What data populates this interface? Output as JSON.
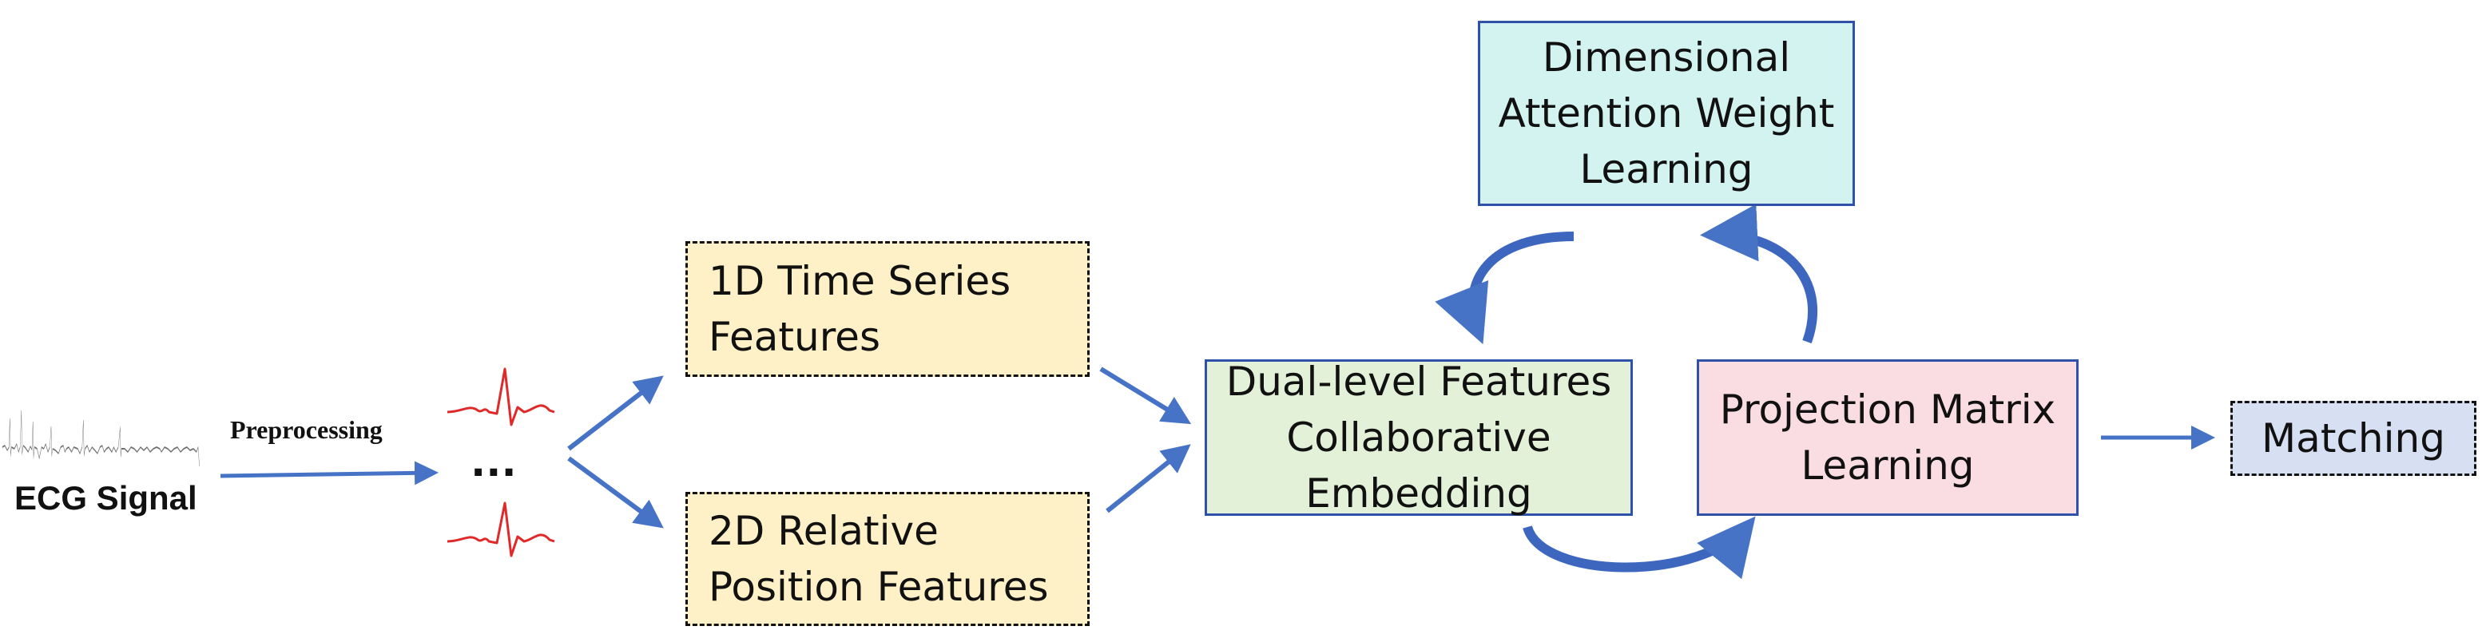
{
  "labels": {
    "ecg_signal": "ECG Signal",
    "preprocessing": "Preprocessing",
    "ellipsis": "..."
  },
  "boxes": {
    "time_series": "1D Time Series Features",
    "relative_position": "2D Relative Position Features",
    "dual_level": "Dual-level Features Collaborative Embedding",
    "attention": "Dimensional Attention Weight Learning",
    "projection": "Projection Matrix Learning",
    "matching": "Matching"
  },
  "colors": {
    "feature_box_fill": "#fef0c7",
    "dual_level_fill": "#e3f1d8",
    "attention_fill": "#d3f3f1",
    "projection_fill": "#fadde2",
    "matching_fill": "#d6e0f2",
    "border_blue": "#2f52a8",
    "arrow_blue": "#4673c6",
    "heartbeat_red": "#e02a2a",
    "raw_signal_gray": "#6f6f6f"
  },
  "icons": {
    "raw_signal": "ecg-raw-waveform-icon",
    "heartbeat": "heartbeat-waveform-icon"
  }
}
